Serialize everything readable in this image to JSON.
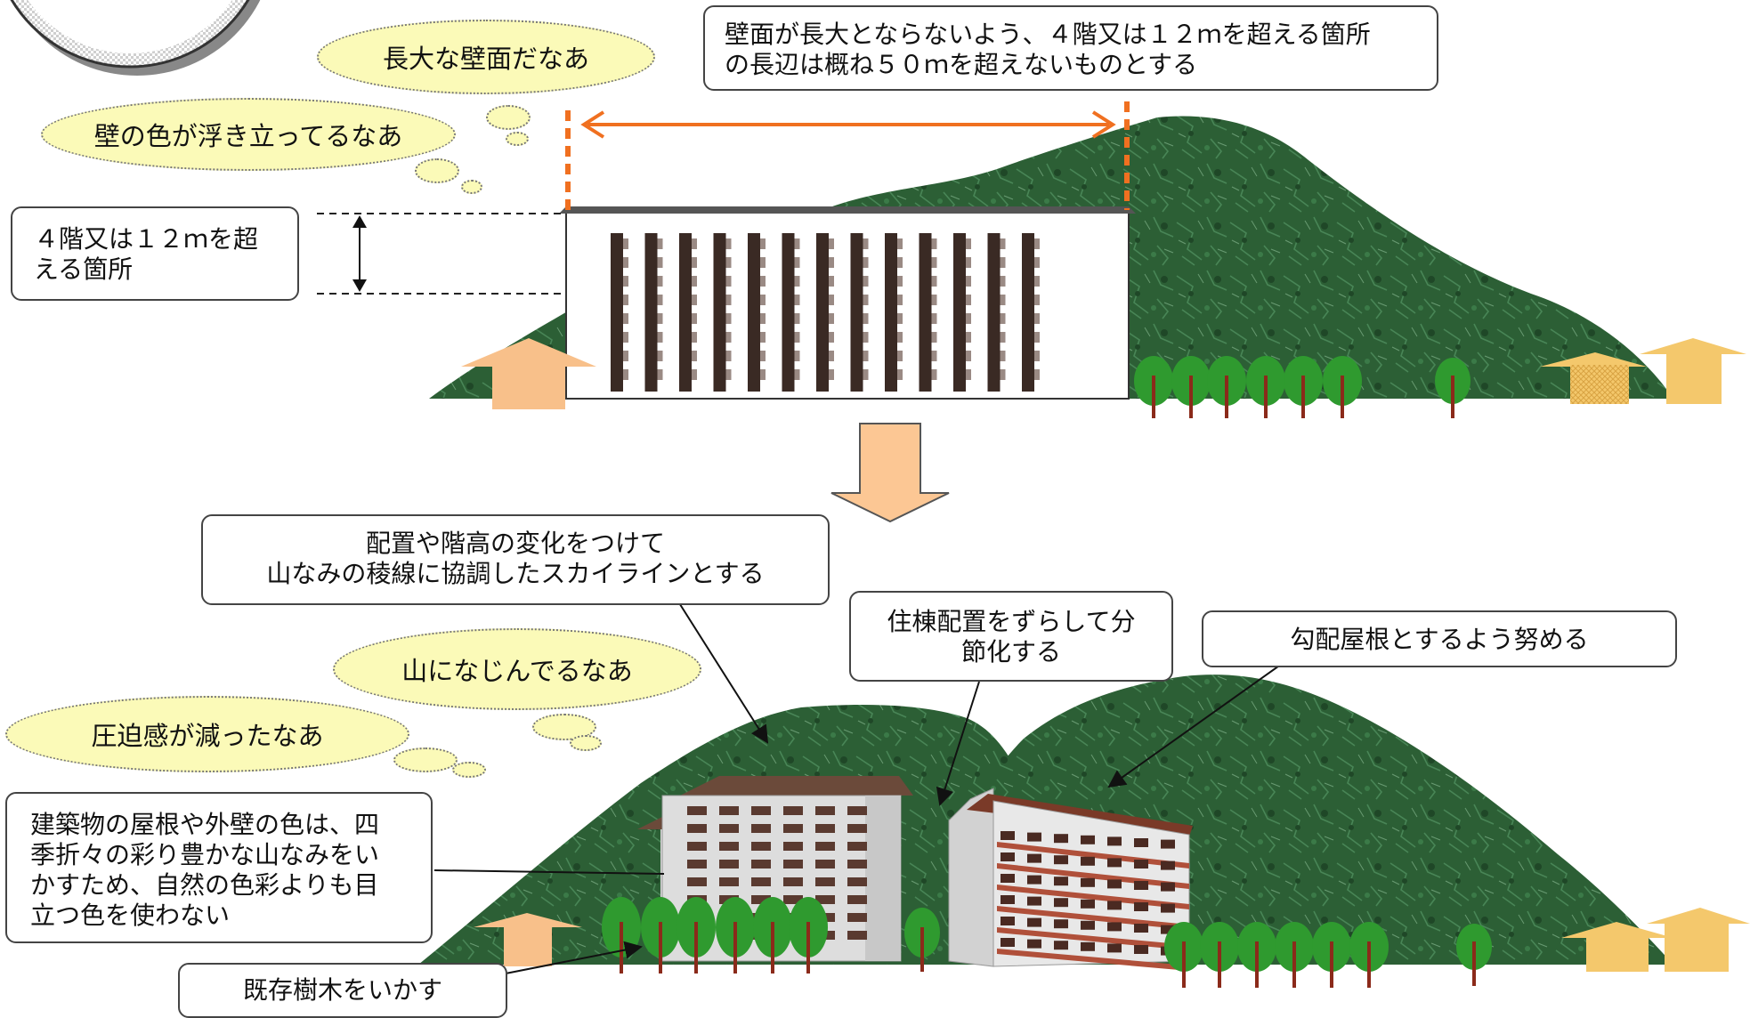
{
  "top_scene": {
    "callout_wall_limit": {
      "line1": "壁面が長大とならないよう、４階又は１２ｍを超える箇所",
      "line2": "の長辺は概ね５０ｍを超えないものとする"
    },
    "callout_height_label": {
      "line1": "４階又は１２ｍを超",
      "line2": "える箇所"
    },
    "thought_long_wall": "長大な壁面だなあ",
    "thought_wall_color": "壁の色が浮き立ってるなあ"
  },
  "bottom_scene": {
    "callout_skyline": {
      "line1": "配置や階高の変化をつけて",
      "line2": "山なみの稜線に協調したスカイラインとする"
    },
    "callout_offset": {
      "line1": "住棟配置をずらして分",
      "line2": "節化する"
    },
    "callout_roof": "勾配屋根とするよう努める",
    "callout_colors": {
      "line1": "建築物の屋根や外壁の色は、四",
      "line2": "季折々の彩り豊かな山なみをい",
      "line3": "かすため、自然の色彩よりも目",
      "line4": "立つ色を使わない"
    },
    "callout_trees": "既存樹木をいかす",
    "thought_blend": "山になじんでるなあ",
    "thought_less_pressure": "圧迫感が減ったなあ"
  },
  "colors": {
    "mountain": "#2c5f35",
    "arrow_orange": "#f07020",
    "down_arrow_fill": "#fcc794",
    "bubble_fill": "#fbfab8",
    "house_peach": "#f8c08a",
    "house_yellow": "#f4c86c",
    "tree_green": "#2f9a2f",
    "trunk": "#8b2a1a"
  }
}
